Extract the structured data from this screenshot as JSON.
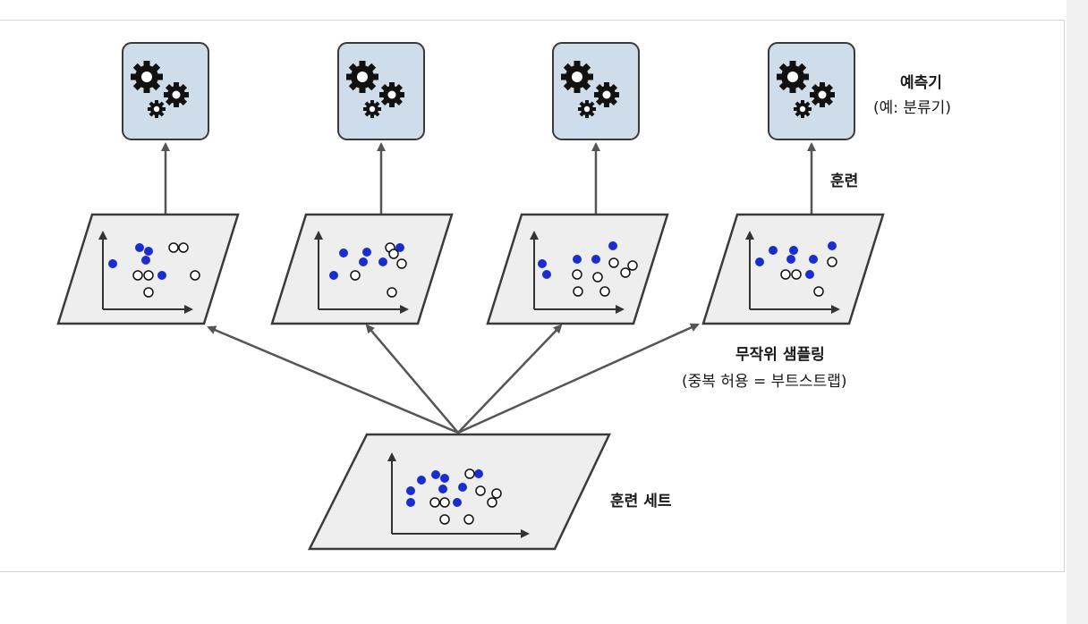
{
  "labels": {
    "predictor_title": "예측기",
    "predictor_example": "(예: 분류기)",
    "training": "훈련",
    "random_sampling": "무작위 샘플링",
    "bootstrap_note": "(중복 허용 = 부트스트랩)",
    "training_set": "훈련 세트"
  },
  "colors": {
    "predictor_box_fill": "#cfdcea",
    "panel_fill": "#eeeeee",
    "outline": "#3a3a3a",
    "point_filled": "#1a2ed0",
    "point_hollow": "#ffffff",
    "arrow": "#555555"
  },
  "icons": [
    "gears-icon",
    "gears-icon",
    "gears-icon",
    "gears-icon"
  ]
}
